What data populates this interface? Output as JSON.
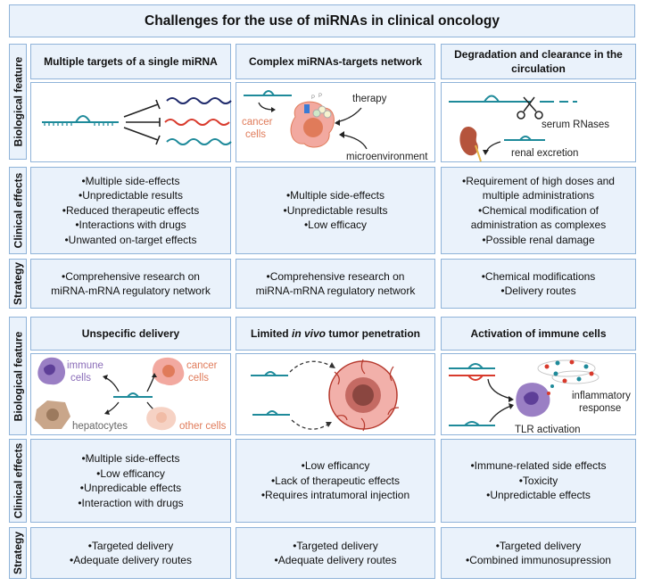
{
  "title": "Challenges for the use of miRNAs in clinical oncology",
  "row_labels": {
    "biological": "Biological feature",
    "clinical": "Clinical effects",
    "strategy": "Strategy"
  },
  "top": {
    "headers": [
      [
        "Multiple targets of a single miRNA"
      ],
      [
        "Complex miRNAs-targets network"
      ],
      [
        "Degradation and clearance in the",
        "circulation"
      ]
    ],
    "clinical": [
      [
        "•Multiple side-effects",
        "•Unpredictable results",
        "•Reduced therapeutic effects",
        "•Interactions with drugs",
        "•Unwanted on-target effects"
      ],
      [
        "•Multiple side-effects",
        "•Unpredictable results",
        "•Low efficacy"
      ],
      [
        "•Requirement of high doses and",
        "multiple administrations",
        "•Chemical modification of",
        "administration as complexes",
        "•Possible renal damage"
      ]
    ],
    "strategy": [
      [
        "•Comprehensive research on",
        "miRNA-mRNA regulatory network"
      ],
      [
        "•Comprehensive research on",
        "miRNA-mRNA regulatory network"
      ],
      [
        "•Chemical modifications",
        "•Delivery routes"
      ]
    ]
  },
  "bottom": {
    "headers": [
      {
        "pre": "Unspecific delivery",
        "em": "",
        "post": ""
      },
      {
        "pre": "Limited ",
        "em": "in vivo",
        "post": " tumor penetration"
      },
      {
        "pre": "Activation of immune cells",
        "em": "",
        "post": ""
      }
    ],
    "clinical": [
      [
        "•Multiple side-effects",
        "•Low efficancy",
        "•Unpredicable effects",
        "•Interaction with drugs"
      ],
      [
        "•Low efficancy",
        "•Lack of therapeutic effects",
        "•Requires intratumoral injection"
      ],
      [
        "•Immune-related side effects",
        "•Toxicity",
        "•Unpredictable effects"
      ]
    ],
    "strategy": [
      [
        "•Targeted delivery",
        "•Adequate delivery routes"
      ],
      [
        "•Targeted delivery",
        "•Adequate delivery routes"
      ],
      [
        "•Targeted delivery",
        "•Combined immunosupression"
      ]
    ]
  },
  "illustration_labels": {
    "therapy": "therapy",
    "cancer_cells": "cancer cells",
    "microenvironment": "microenvironment",
    "serum_rnases": "serum RNases",
    "renal_excretion": "renal excretion",
    "immune_cells": "immune cells",
    "hepatocytes": "hepatocytes",
    "other_cells": "other cells",
    "inflammatory_response": "inflammatory response",
    "tlr_activation": "TLR activation"
  },
  "colors": {
    "box_fill": "#eaf2fb",
    "box_border": "#8fb3d9",
    "rna_teal": "#1e8a9a",
    "rna_navy": "#1f2a6b",
    "rna_red": "#d83a2c",
    "cancer_cell": "#f2a9a0",
    "immune_cell": "#9a7fc4",
    "hepatocyte": "#c9a68a",
    "label_gray": "#666666",
    "label_orange": "#e07b5a",
    "label_purple": "#8a6cb8"
  }
}
